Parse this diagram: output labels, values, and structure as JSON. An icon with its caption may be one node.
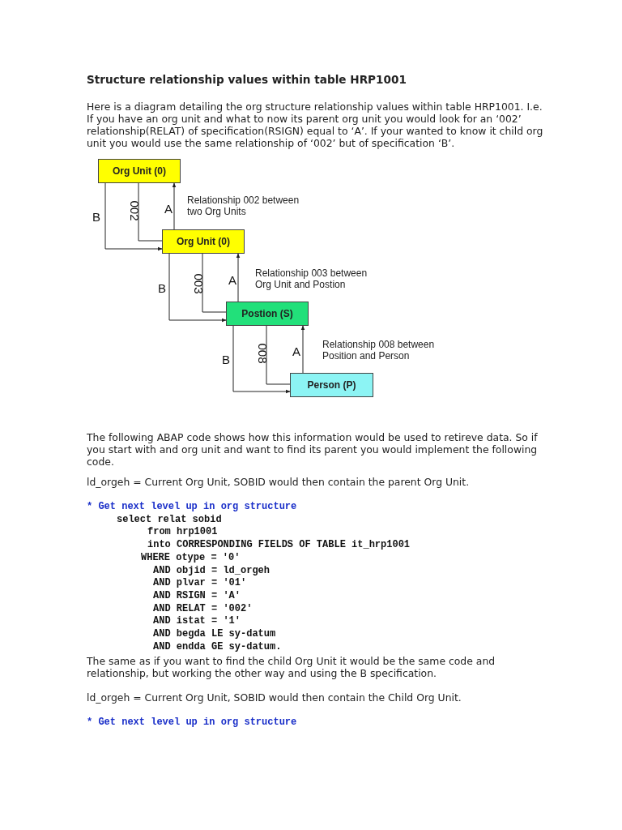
{
  "diagram": {
    "title": "Structure relationship values within table HRP1001",
    "nodes": [
      {
        "text": [
          "Org Unit (0)"
        ]
      },
      {
        "text": [
          "Org Unit (0)"
        ]
      },
      {
        "text": [
          "Postion (S)"
        ]
      },
      {
        "text": [
          "Person (P)"
        ]
      }
    ],
    "edges": [
      {
        "from": 0,
        "to": 1,
        "arrow": "to",
        "label": "B"
      },
      {
        "from": 0,
        "to": 1,
        "arrow": "none",
        "label": "002"
      },
      {
        "from": 1,
        "to": 0,
        "arrow": "to",
        "label": "A"
      },
      {
        "from": 1,
        "to": 2,
        "arrow": "to",
        "label": "B"
      },
      {
        "from": 1,
        "to": 2,
        "arrow": "none",
        "label": "003"
      },
      {
        "from": 2,
        "to": 1,
        "arrow": "to",
        "label": "A"
      },
      {
        "from": 2,
        "to": 3,
        "arrow": "to",
        "label": "B"
      },
      {
        "from": 2,
        "to": 3,
        "arrow": "none",
        "label": "008"
      },
      {
        "from": 3,
        "to": 2,
        "arrow": "to",
        "label": "A"
      }
    ],
    "labels": [
      "Here is a diagram detailing the org structure relationship values within table HRP1001. I.e. If you have an org unit and what to now its parent org unit you would look for an ‘002’ relationship(RELAT) of specification(RSIGN) equal to ‘A’. If your wanted to know it child org unit you would use the same relationship of ‘002’ but of specification ‘B’.",
      "Relationship 002 between two Org Units",
      "Relationship 003 between Org Unit and Postion",
      "Relationship 008 between Position and Person",
      "The following ABAP code shows how this information would be used to retireve data. So if you start with and org unit and want to find its parent you would implement the following code.",
      "ld_orgeh = Current Org Unit, SOBID would then contain the parent Org Unit.",
      "* Get next level up in org structure",
      "select relat sobid",
      "from hrp1001",
      "into CORRESPONDING FIELDS OF TABLE it_hrp1001",
      "WHERE otype = '0'",
      "AND objid = ld_orgeh",
      "AND plvar = '01'",
      "AND RSIGN = 'A'",
      "AND RELAT = '002'",
      "AND istat = '1'",
      "AND begda LE sy-datum",
      "AND endda GE sy-datum.",
      "The same as if you want to find the child Org Unit it would be the same code and relationship, but working the other way and using the B specification.",
      "ld_orgeh = Current Org Unit, SOBID would then contain the Child Org Unit.",
      "* Get next level up in org structure"
    ]
  }
}
